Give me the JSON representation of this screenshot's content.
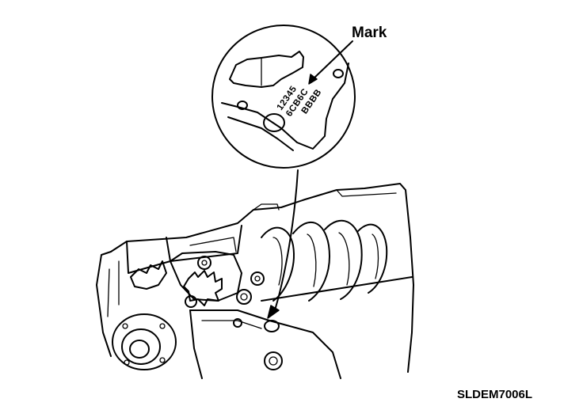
{
  "labels": {
    "mark": "Mark",
    "figure_code": "SLDEM7006L"
  },
  "stamp": {
    "line1": "12345",
    "line2": "6CB6C",
    "line3": "BBBB"
  }
}
